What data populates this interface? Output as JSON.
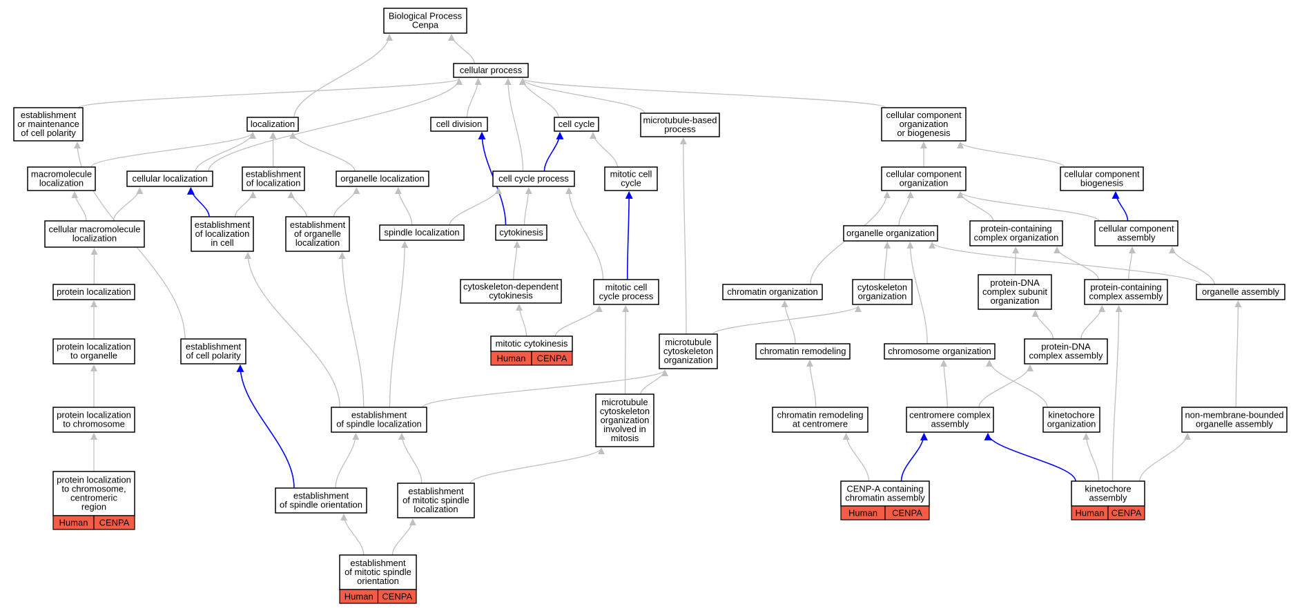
{
  "colors": {
    "gray_edge": "#c0c0c0",
    "blue_edge": "#0000ff",
    "tag_fill": "#f45c45",
    "node_border": "#000000",
    "background": "#ffffff"
  },
  "nodes": {
    "root": {
      "lines": [
        "Biological Process",
        "Cenpa"
      ]
    },
    "cellular_process": {
      "lines": [
        "cellular process"
      ]
    },
    "est_cell_polarity_maint": {
      "lines": [
        "establishment",
        "or maintenance",
        "of cell polarity"
      ]
    },
    "localization": {
      "lines": [
        "localization"
      ]
    },
    "cell_division": {
      "lines": [
        "cell division"
      ]
    },
    "cell_cycle": {
      "lines": [
        "cell cycle"
      ]
    },
    "microtubule_based_process": {
      "lines": [
        "microtubule-based",
        "process"
      ]
    },
    "ccob": {
      "lines": [
        "cellular component",
        "organization",
        "or biogenesis"
      ]
    },
    "macromolecule_localization": {
      "lines": [
        "macromolecule",
        "localization"
      ]
    },
    "cellular_localization": {
      "lines": [
        "cellular localization"
      ]
    },
    "est_localization": {
      "lines": [
        "establishment",
        "of localization"
      ]
    },
    "organelle_localization": {
      "lines": [
        "organelle localization"
      ]
    },
    "cell_cycle_process": {
      "lines": [
        "cell cycle process"
      ]
    },
    "mitotic_cell_cycle": {
      "lines": [
        "mitotic cell",
        "cycle"
      ]
    },
    "cc_organization": {
      "lines": [
        "cellular component",
        "organization"
      ]
    },
    "cc_biogenesis": {
      "lines": [
        "cellular component",
        "biogenesis"
      ]
    },
    "cell_macromolecule_localization": {
      "lines": [
        "cellular macromolecule",
        "localization"
      ]
    },
    "est_localization_in_cell": {
      "lines": [
        "establishment",
        "of localization",
        "in cell"
      ]
    },
    "est_organelle_localization": {
      "lines": [
        "establishment",
        "of organelle",
        "localization"
      ]
    },
    "spindle_localization": {
      "lines": [
        "spindle localization"
      ]
    },
    "cytokinesis": {
      "lines": [
        "cytokinesis"
      ]
    },
    "organelle_organization": {
      "lines": [
        "organelle organization"
      ]
    },
    "pc_complex_organization": {
      "lines": [
        "protein-containing",
        "complex organization"
      ]
    },
    "cc_assembly": {
      "lines": [
        "cellular component",
        "assembly"
      ]
    },
    "protein_localization": {
      "lines": [
        "protein localization"
      ]
    },
    "cytoskeleton_dependent_cytokinesis": {
      "lines": [
        "cytoskeleton-dependent",
        "cytokinesis"
      ]
    },
    "mitotic_cell_cycle_process": {
      "lines": [
        "mitotic cell",
        "cycle process"
      ]
    },
    "chromatin_organization": {
      "lines": [
        "chromatin organization"
      ]
    },
    "cytoskeleton_organization": {
      "lines": [
        "cytoskeleton",
        "organization"
      ]
    },
    "protein_dna_subunit_org": {
      "lines": [
        "protein-DNA",
        "complex subunit",
        "organization"
      ]
    },
    "pc_complex_assembly": {
      "lines": [
        "protein-containing",
        "complex assembly"
      ]
    },
    "organelle_assembly": {
      "lines": [
        "organelle assembly"
      ]
    },
    "protein_loc_to_organelle": {
      "lines": [
        "protein localization",
        "to organelle"
      ]
    },
    "est_cell_polarity": {
      "lines": [
        "establishment",
        "of cell polarity"
      ]
    },
    "mitotic_cytokinesis": {
      "lines": [
        "mitotic cytokinesis"
      ],
      "tags": [
        "Human",
        "CENPA"
      ]
    },
    "microtubule_cytoskeleton_org": {
      "lines": [
        "microtubule",
        "cytoskeleton",
        "organization"
      ]
    },
    "chromatin_remodeling": {
      "lines": [
        "chromatin remodeling"
      ]
    },
    "chromosome_organization": {
      "lines": [
        "chromosome organization"
      ]
    },
    "protein_dna_complex_assembly": {
      "lines": [
        "protein-DNA",
        "complex assembly"
      ]
    },
    "protein_loc_to_chromosome": {
      "lines": [
        "protein localization",
        "to chromosome"
      ]
    },
    "est_spindle_localization": {
      "lines": [
        "establishment",
        "of spindle localization"
      ]
    },
    "mt_cytoskeleton_mitosis": {
      "lines": [
        "microtubule",
        "cytoskeleton",
        "organization",
        "involved in",
        "mitosis"
      ]
    },
    "chromatin_remodeling_centromere": {
      "lines": [
        "chromatin remodeling",
        "at centromere"
      ]
    },
    "centromere_complex_assembly": {
      "lines": [
        "centromere complex",
        "assembly"
      ]
    },
    "kinetochore_organization": {
      "lines": [
        "kinetochore",
        "organization"
      ]
    },
    "non_membrane_organelle_assembly": {
      "lines": [
        "non-membrane-bounded",
        "organelle assembly"
      ]
    },
    "protein_loc_centromeric": {
      "lines": [
        "protein localization",
        "to chromosome,",
        "centromeric",
        "region"
      ],
      "tags": [
        "Human",
        "CENPA"
      ]
    },
    "est_spindle_orientation": {
      "lines": [
        "establishment",
        "of spindle orientation"
      ]
    },
    "est_mitotic_spindle_loc": {
      "lines": [
        "establishment",
        "of mitotic spindle",
        "localization"
      ]
    },
    "cenp_a_chromatin_assembly": {
      "lines": [
        "CENP-A containing",
        "chromatin assembly"
      ],
      "tags": [
        "Human",
        "CENPA"
      ]
    },
    "kinetochore_assembly": {
      "lines": [
        "kinetochore",
        "assembly"
      ],
      "tags": [
        "Human",
        "CENPA"
      ]
    },
    "est_mitotic_spindle_orientation": {
      "lines": [
        "establishment",
        "of mitotic spindle",
        "orientation"
      ],
      "tags": [
        "Human",
        "CENPA"
      ]
    }
  },
  "edges": [
    {
      "from": "cellular_process",
      "to": "root",
      "color": "gray"
    },
    {
      "from": "localization",
      "to": "root",
      "color": "gray"
    },
    {
      "from": "est_cell_polarity_maint",
      "to": "cellular_process",
      "color": "gray"
    },
    {
      "from": "cellular_localization",
      "to": "cellular_process",
      "color": "gray"
    },
    {
      "from": "cell_division",
      "to": "cellular_process",
      "color": "gray"
    },
    {
      "from": "cell_cycle_process",
      "to": "cellular_process",
      "color": "gray"
    },
    {
      "from": "cell_cycle",
      "to": "cellular_process",
      "color": "gray"
    },
    {
      "from": "microtubule_based_process",
      "to": "cellular_process",
      "color": "gray"
    },
    {
      "from": "ccob",
      "to": "cellular_process",
      "color": "gray"
    },
    {
      "from": "macromolecule_localization",
      "to": "localization",
      "color": "gray"
    },
    {
      "from": "cellular_localization",
      "to": "localization",
      "color": "gray"
    },
    {
      "from": "est_localization",
      "to": "localization",
      "color": "gray"
    },
    {
      "from": "organelle_localization",
      "to": "localization",
      "color": "gray"
    },
    {
      "from": "cytokinesis",
      "to": "cell_division",
      "color": "blue"
    },
    {
      "from": "cell_cycle_process",
      "to": "cell_cycle",
      "color": "blue"
    },
    {
      "from": "mitotic_cell_cycle",
      "to": "cell_cycle",
      "color": "gray"
    },
    {
      "from": "microtubule_cytoskeleton_org",
      "to": "microtubule_based_process",
      "color": "gray"
    },
    {
      "from": "cc_organization",
      "to": "ccob",
      "color": "gray"
    },
    {
      "from": "cc_biogenesis",
      "to": "ccob",
      "color": "gray"
    },
    {
      "from": "cell_macromolecule_localization",
      "to": "macromolecule_localization",
      "color": "gray"
    },
    {
      "from": "cell_macromolecule_localization",
      "to": "cellular_localization",
      "color": "gray"
    },
    {
      "from": "est_localization_in_cell",
      "to": "cellular_localization",
      "color": "blue"
    },
    {
      "from": "est_localization_in_cell",
      "to": "est_localization",
      "color": "gray"
    },
    {
      "from": "est_organelle_localization",
      "to": "est_localization",
      "color": "gray"
    },
    {
      "from": "est_organelle_localization",
      "to": "organelle_localization",
      "color": "gray"
    },
    {
      "from": "spindle_localization",
      "to": "organelle_localization",
      "color": "gray"
    },
    {
      "from": "spindle_localization",
      "to": "cell_cycle_process",
      "color": "gray"
    },
    {
      "from": "cytokinesis",
      "to": "cell_cycle_process",
      "color": "gray"
    },
    {
      "from": "mitotic_cell_cycle_process",
      "to": "cell_cycle_process",
      "color": "gray"
    },
    {
      "from": "mitotic_cell_cycle_process",
      "to": "mitotic_cell_cycle",
      "color": "blue"
    },
    {
      "from": "organelle_organization",
      "to": "cc_organization",
      "color": "gray"
    },
    {
      "from": "pc_complex_organization",
      "to": "cc_organization",
      "color": "gray"
    },
    {
      "from": "cc_assembly",
      "to": "cc_organization",
      "color": "gray"
    },
    {
      "from": "chromatin_organization",
      "to": "cc_organization",
      "color": "gray"
    },
    {
      "from": "cc_assembly",
      "to": "cc_biogenesis",
      "color": "blue"
    },
    {
      "from": "protein_localization",
      "to": "cell_macromolecule_localization",
      "color": "gray"
    },
    {
      "from": "est_spindle_localization",
      "to": "est_localization_in_cell",
      "color": "gray"
    },
    {
      "from": "est_spindle_localization",
      "to": "est_organelle_localization",
      "color": "gray"
    },
    {
      "from": "est_spindle_localization",
      "to": "spindle_localization",
      "color": "gray"
    },
    {
      "from": "cytoskeleton_dependent_cytokinesis",
      "to": "cytokinesis",
      "color": "gray"
    },
    {
      "from": "cytoskeleton_organization",
      "to": "organelle_organization",
      "color": "gray"
    },
    {
      "from": "chromosome_organization",
      "to": "organelle_organization",
      "color": "gray"
    },
    {
      "from": "organelle_assembly",
      "to": "organelle_organization",
      "color": "gray"
    },
    {
      "from": "protein_dna_subunit_org",
      "to": "pc_complex_organization",
      "color": "gray"
    },
    {
      "from": "pc_complex_assembly",
      "to": "pc_complex_organization",
      "color": "gray"
    },
    {
      "from": "pc_complex_assembly",
      "to": "cc_assembly",
      "color": "gray"
    },
    {
      "from": "organelle_assembly",
      "to": "cc_assembly",
      "color": "gray"
    },
    {
      "from": "protein_loc_to_organelle",
      "to": "protein_localization",
      "color": "gray"
    },
    {
      "from": "mitotic_cytokinesis",
      "to": "cytoskeleton_dependent_cytokinesis",
      "color": "gray"
    },
    {
      "from": "mitotic_cytokinesis",
      "to": "mitotic_cell_cycle_process",
      "color": "gray"
    },
    {
      "from": "mt_cytoskeleton_mitosis",
      "to": "mitotic_cell_cycle_process",
      "color": "gray"
    },
    {
      "from": "chromatin_remodeling",
      "to": "chromatin_organization",
      "color": "gray"
    },
    {
      "from": "microtubule_cytoskeleton_org",
      "to": "cytoskeleton_organization",
      "color": "gray"
    },
    {
      "from": "protein_dna_complex_assembly",
      "to": "protein_dna_subunit_org",
      "color": "gray"
    },
    {
      "from": "protein_dna_complex_assembly",
      "to": "pc_complex_assembly",
      "color": "gray"
    },
    {
      "from": "kinetochore_assembly",
      "to": "pc_complex_assembly",
      "color": "gray"
    },
    {
      "from": "non_membrane_organelle_assembly",
      "to": "organelle_assembly",
      "color": "gray"
    },
    {
      "from": "est_cell_polarity",
      "to": "est_cell_polarity_maint",
      "color": "gray"
    },
    {
      "from": "protein_loc_to_chromosome",
      "to": "protein_loc_to_organelle",
      "color": "gray"
    },
    {
      "from": "est_spindle_orientation",
      "to": "est_cell_polarity",
      "color": "blue"
    },
    {
      "from": "est_spindle_localization",
      "to": "microtubule_cytoskeleton_org",
      "color": "gray"
    },
    {
      "from": "mt_cytoskeleton_mitosis",
      "to": "microtubule_cytoskeleton_org",
      "color": "gray"
    },
    {
      "from": "chromatin_remodeling_centromere",
      "to": "chromatin_remodeling",
      "color": "gray"
    },
    {
      "from": "centromere_complex_assembly",
      "to": "chromosome_organization",
      "color": "gray"
    },
    {
      "from": "kinetochore_organization",
      "to": "chromosome_organization",
      "color": "gray"
    },
    {
      "from": "centromere_complex_assembly",
      "to": "protein_dna_complex_assembly",
      "color": "gray"
    },
    {
      "from": "protein_loc_centromeric",
      "to": "protein_loc_to_chromosome",
      "color": "gray"
    },
    {
      "from": "est_spindle_orientation",
      "to": "est_spindle_localization",
      "color": "gray"
    },
    {
      "from": "est_mitotic_spindle_loc",
      "to": "est_spindle_localization",
      "color": "gray"
    },
    {
      "from": "est_mitotic_spindle_loc",
      "to": "mt_cytoskeleton_mitosis",
      "color": "gray"
    },
    {
      "from": "cenp_a_chromatin_assembly",
      "to": "chromatin_remodeling_centromere",
      "color": "gray"
    },
    {
      "from": "cenp_a_chromatin_assembly",
      "to": "centromere_complex_assembly",
      "color": "blue"
    },
    {
      "from": "kinetochore_assembly",
      "to": "centromere_complex_assembly",
      "color": "blue"
    },
    {
      "from": "kinetochore_assembly",
      "to": "kinetochore_organization",
      "color": "gray"
    },
    {
      "from": "kinetochore_assembly",
      "to": "non_membrane_organelle_assembly",
      "color": "gray"
    },
    {
      "from": "est_mitotic_spindle_orientation",
      "to": "est_spindle_orientation",
      "color": "gray"
    },
    {
      "from": "est_mitotic_spindle_orientation",
      "to": "est_mitotic_spindle_loc",
      "color": "gray"
    }
  ]
}
